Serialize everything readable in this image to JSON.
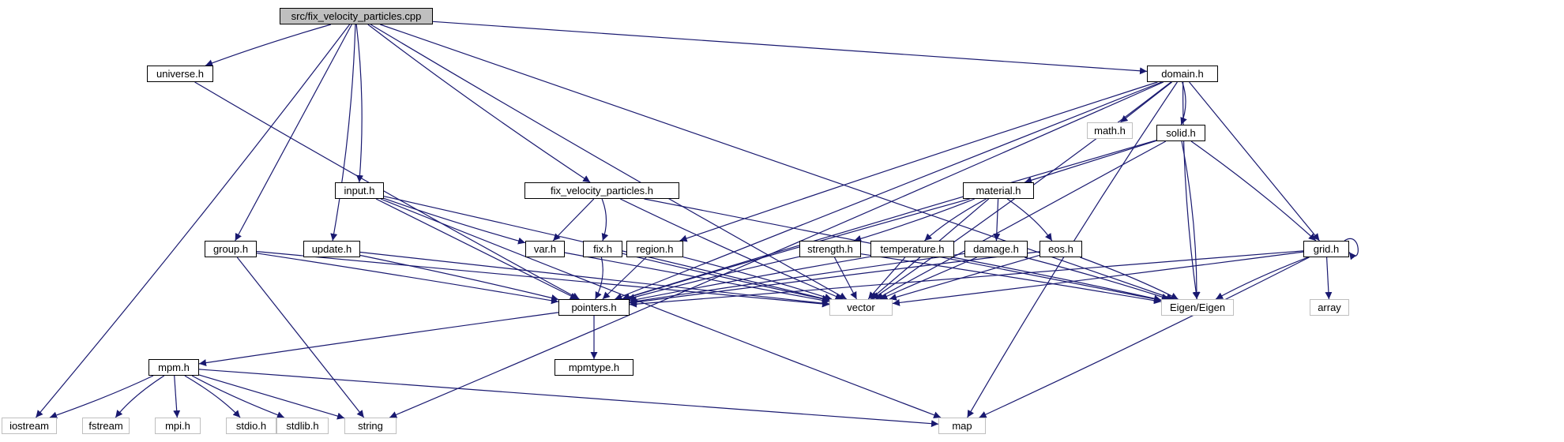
{
  "graph": {
    "title": "src/fix_velocity_particles.cpp",
    "edge_color": "#191970",
    "nodes": [
      {
        "id": "root",
        "label": "src/fix_velocity_particles.cpp",
        "kind": "root"
      },
      {
        "id": "universe",
        "label": "universe.h",
        "kind": "local"
      },
      {
        "id": "domain",
        "label": "domain.h",
        "kind": "local"
      },
      {
        "id": "math",
        "label": "math.h",
        "kind": "external"
      },
      {
        "id": "solid",
        "label": "solid.h",
        "kind": "local"
      },
      {
        "id": "input",
        "label": "input.h",
        "kind": "local"
      },
      {
        "id": "fvp",
        "label": "fix_velocity_particles.h",
        "kind": "local"
      },
      {
        "id": "material",
        "label": "material.h",
        "kind": "local"
      },
      {
        "id": "group",
        "label": "group.h",
        "kind": "local"
      },
      {
        "id": "update",
        "label": "update.h",
        "kind": "local"
      },
      {
        "id": "var",
        "label": "var.h",
        "kind": "local"
      },
      {
        "id": "fix",
        "label": "fix.h",
        "kind": "local"
      },
      {
        "id": "region",
        "label": "region.h",
        "kind": "local"
      },
      {
        "id": "strength",
        "label": "strength.h",
        "kind": "local"
      },
      {
        "id": "temperature",
        "label": "temperature.h",
        "kind": "local"
      },
      {
        "id": "damage",
        "label": "damage.h",
        "kind": "local"
      },
      {
        "id": "eos",
        "label": "eos.h",
        "kind": "local"
      },
      {
        "id": "grid",
        "label": "grid.h",
        "kind": "local"
      },
      {
        "id": "pointers",
        "label": "pointers.h",
        "kind": "local"
      },
      {
        "id": "vector",
        "label": "vector",
        "kind": "external"
      },
      {
        "id": "eigen",
        "label": "Eigen/Eigen",
        "kind": "external"
      },
      {
        "id": "array",
        "label": "array",
        "kind": "external"
      },
      {
        "id": "mpm",
        "label": "mpm.h",
        "kind": "local"
      },
      {
        "id": "mpmtype",
        "label": "mpmtype.h",
        "kind": "local"
      },
      {
        "id": "iostream",
        "label": "iostream",
        "kind": "external"
      },
      {
        "id": "fstream",
        "label": "fstream",
        "kind": "external"
      },
      {
        "id": "mpi",
        "label": "mpi.h",
        "kind": "external"
      },
      {
        "id": "stdio",
        "label": "stdio.h",
        "kind": "external"
      },
      {
        "id": "stdlib",
        "label": "stdlib.h",
        "kind": "external"
      },
      {
        "id": "string",
        "label": "string",
        "kind": "external"
      },
      {
        "id": "map",
        "label": "map",
        "kind": "external"
      }
    ],
    "edges": [
      [
        "root",
        "universe"
      ],
      [
        "root",
        "domain"
      ],
      [
        "root",
        "input"
      ],
      [
        "root",
        "fvp"
      ],
      [
        "root",
        "group"
      ],
      [
        "root",
        "update"
      ],
      [
        "root",
        "vector"
      ],
      [
        "root",
        "eigen"
      ],
      [
        "root",
        "iostream"
      ],
      [
        "universe",
        "pointers"
      ],
      [
        "domain",
        "math"
      ],
      [
        "domain",
        "solid"
      ],
      [
        "domain",
        "region"
      ],
      [
        "domain",
        "pointers"
      ],
      [
        "domain",
        "vector"
      ],
      [
        "domain",
        "eigen"
      ],
      [
        "domain",
        "grid"
      ],
      [
        "domain",
        "string"
      ],
      [
        "domain",
        "map"
      ],
      [
        "solid",
        "material"
      ],
      [
        "solid",
        "grid"
      ],
      [
        "solid",
        "pointers"
      ],
      [
        "solid",
        "vector"
      ],
      [
        "solid",
        "eigen"
      ],
      [
        "input",
        "var"
      ],
      [
        "input",
        "pointers"
      ],
      [
        "input",
        "vector"
      ],
      [
        "input",
        "map"
      ],
      [
        "fvp",
        "var"
      ],
      [
        "fvp",
        "fix"
      ],
      [
        "fvp",
        "vector"
      ],
      [
        "fvp",
        "eigen"
      ],
      [
        "material",
        "strength"
      ],
      [
        "material",
        "temperature"
      ],
      [
        "material",
        "damage"
      ],
      [
        "material",
        "eos"
      ],
      [
        "material",
        "pointers"
      ],
      [
        "material",
        "vector"
      ],
      [
        "group",
        "pointers"
      ],
      [
        "group",
        "vector"
      ],
      [
        "group",
        "string"
      ],
      [
        "update",
        "pointers"
      ],
      [
        "update",
        "vector"
      ],
      [
        "var",
        "vector"
      ],
      [
        "fix",
        "pointers"
      ],
      [
        "fix",
        "vector"
      ],
      [
        "region",
        "pointers"
      ],
      [
        "region",
        "vector"
      ],
      [
        "strength",
        "pointers"
      ],
      [
        "strength",
        "vector"
      ],
      [
        "strength",
        "eigen"
      ],
      [
        "temperature",
        "pointers"
      ],
      [
        "temperature",
        "vector"
      ],
      [
        "temperature",
        "eigen"
      ],
      [
        "damage",
        "pointers"
      ],
      [
        "damage",
        "vector"
      ],
      [
        "damage",
        "eigen"
      ],
      [
        "eos",
        "pointers"
      ],
      [
        "eos",
        "vector"
      ],
      [
        "eos",
        "eigen"
      ],
      [
        "grid",
        "grid"
      ],
      [
        "grid",
        "pointers"
      ],
      [
        "grid",
        "vector"
      ],
      [
        "grid",
        "eigen"
      ],
      [
        "grid",
        "array"
      ],
      [
        "grid",
        "map"
      ],
      [
        "pointers",
        "mpm"
      ],
      [
        "pointers",
        "mpmtype"
      ],
      [
        "mpm",
        "iostream"
      ],
      [
        "mpm",
        "fstream"
      ],
      [
        "mpm",
        "mpi"
      ],
      [
        "mpm",
        "stdio"
      ],
      [
        "mpm",
        "stdlib"
      ],
      [
        "mpm",
        "string"
      ],
      [
        "mpm",
        "map"
      ]
    ]
  }
}
